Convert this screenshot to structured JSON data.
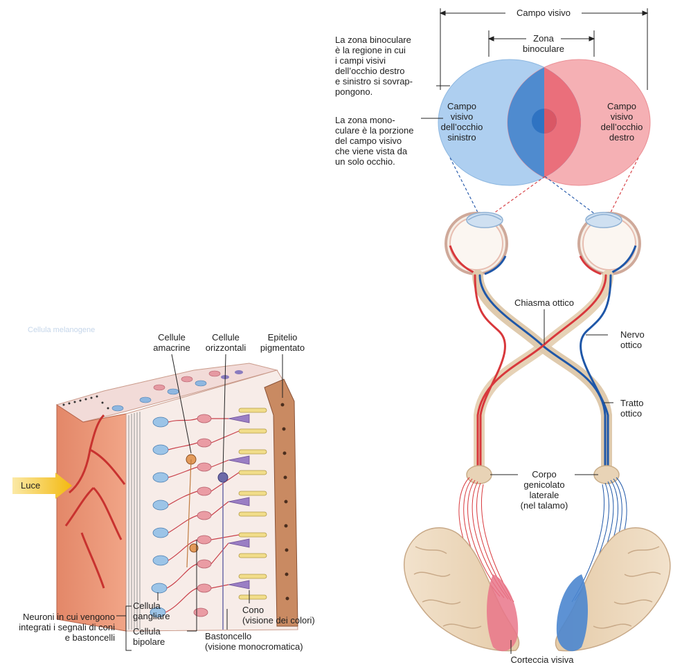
{
  "colors": {
    "left_field": "#a9cdee",
    "right_field": "#f4a9ad",
    "overlap": "#4d88cc",
    "overlap_right": "#e96c78",
    "nerve_red": "#d8383c",
    "nerve_blue": "#1f57a8",
    "nerve_tan": "#e9d7bf",
    "brain": "#efd9bc",
    "retina_tissue": "#e98d6e",
    "luce_arrow": "#f4c21b"
  },
  "retina": {
    "faded_label": "Cellula melanogene",
    "luce": "Luce",
    "cellule_amacrine": [
      "Cellule",
      "amacrine"
    ],
    "cellule_orizzontali": [
      "Cellule",
      "orizzontali"
    ],
    "epitelio_pigmentato": [
      "Epitelio",
      "pigmentato"
    ],
    "cellula_gangliare": [
      "Cellula",
      "gangliare"
    ],
    "cellula_bipolare": [
      "Cellula",
      "bipolare"
    ],
    "neuroni": [
      "Neuroni in cui vengono",
      "integrati i segnali di coni",
      "e bastoncelli"
    ],
    "cono": [
      "Cono",
      "(visione dei colori)"
    ],
    "bastoncello": [
      "Bastoncello",
      "(visione monocromatica)"
    ]
  },
  "visual_path": {
    "campo_visivo": "Campo visivo",
    "zona_binoculare": [
      "Zona",
      "binoculare"
    ],
    "binoculare_desc": [
      "La zona binoculare",
      "è la regione in cui",
      "i campi visivi",
      "dell’occhio destro",
      "e sinistro si sovrap-",
      "pongono."
    ],
    "monoculare_desc": [
      "La zona mono-",
      "culare è la porzione",
      "del campo visivo",
      "che viene vista da",
      "un solo occhio."
    ],
    "campo_sinistro": [
      "Campo",
      "visivo",
      "dell’occhio",
      "sinistro"
    ],
    "campo_destro": [
      "Campo",
      "visivo",
      "dell’occhio",
      "destro"
    ],
    "chiasma": "Chiasma ottico",
    "nervo": [
      "Nervo",
      "ottico"
    ],
    "tratto": [
      "Tratto",
      "ottico"
    ],
    "corpo": [
      "Corpo",
      "genicolato",
      "laterale",
      "(nel talamo)"
    ],
    "corteccia": "Corteccia visiva"
  }
}
